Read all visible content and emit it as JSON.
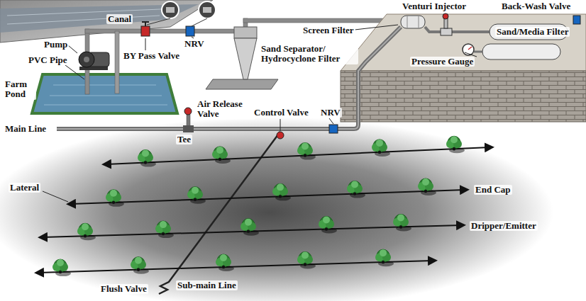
{
  "diagram": {
    "labels": [
      "Canal",
      "Pump",
      "PVC Pipe",
      "NRV",
      "BY Pass Valve",
      "Sand Separator/ Hydrocyclone Filter",
      "Screen Filter",
      "Venturi Injector",
      "Back-Wash Valve",
      "Sand/Media Filter",
      "Pressure Gauge",
      "Farm Pond",
      "Air Release Valve",
      "Control Valve",
      "NRV",
      "Main Line",
      "Tee",
      "Lateral",
      "End Cap",
      "Dripper/Emitter",
      "Flush Valve",
      "Sub-main Line"
    ]
  }
}
